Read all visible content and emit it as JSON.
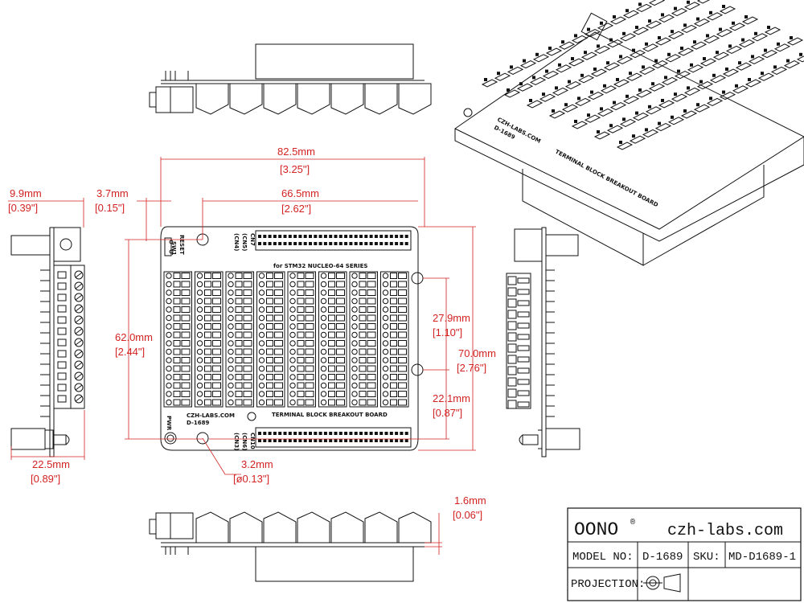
{
  "board": {
    "reset_label": "RESET",
    "sw_label": "SW1",
    "series_label": "for STM32 NUCLEO-64 SERIES",
    "footer_label": "TERMINAL BLOCK BREAKOUT BOARD",
    "maker": "CZH-LABS.COM",
    "part": "D-1689",
    "pwr_label": "PWR",
    "cn7": "CN7",
    "cn5": "(CN5)",
    "cn4": "(CN4)",
    "cn10": "CN10",
    "cn6": "(CN6)",
    "cn3": "(CN3)"
  },
  "dimensions": {
    "width_total_mm": "82.5mm",
    "width_total_in": "[3.25\"]",
    "width_inner_mm": "66.5mm",
    "width_inner_in": "[2.62\"]",
    "left_offset_mm": "3.7mm",
    "left_offset_in": "[0.15\"]",
    "side_depth_mm": "9.9mm",
    "side_depth_in": "[0.39\"]",
    "height_inner_mm": "62.0mm",
    "height_inner_in": "[2.44\"]",
    "height_total_mm": "70.0mm",
    "height_total_in": "[2.76\"]",
    "hole_top_mm": "27.9mm",
    "hole_top_in": "[1.10\"]",
    "hole_bottom_mm": "22.1mm",
    "hole_bottom_in": "[0.87\"]",
    "side_height_mm": "22.5mm",
    "side_height_in": "[0.89\"]",
    "hole_dia_mm": "3.2mm",
    "hole_dia_in": "[ø0.13\"]",
    "pcb_thick_mm": "1.6mm",
    "pcb_thick_in": "[0.06\"]"
  },
  "title_block": {
    "brand": "OONO",
    "reg": "®",
    "website": "czh-labs.com",
    "model_label": "MODEL NO:",
    "model_value": "D-1689",
    "sku_label": "SKU:",
    "sku_value": "MD-D1689-1",
    "projection_label": "PROJECTION:"
  },
  "iso": {
    "maker": "CZH-LABS.COM",
    "part": "D-1689",
    "footer_label": "TERMINAL BLOCK BREAKOUT BOARD"
  }
}
